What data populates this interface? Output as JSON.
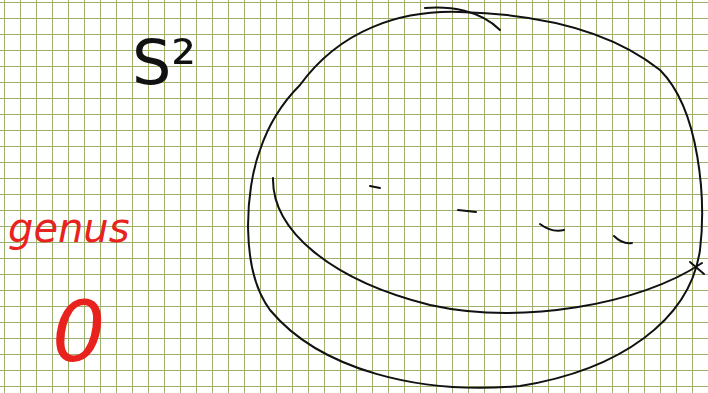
{
  "diagram": {
    "labels": [
      "S²",
      "genus",
      "0"
    ]
  }
}
